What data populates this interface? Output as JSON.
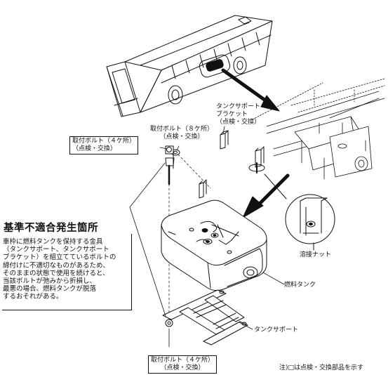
{
  "labels": {
    "bolt_8": {
      "line1": "取付ボルト（８ケ所）",
      "line2": "（点検・交換）"
    },
    "bolt_4_top": {
      "line1": "取付ボルト（４ケ所）",
      "line2": "（点検・交換）"
    },
    "bracket": {
      "line1": "タンクサポート",
      "line2": "ブラケット",
      "line3": "（点検・交換）"
    },
    "bolt_4_bottom": {
      "line1": "取付ボルト（４ケ所）",
      "line2": "（点検・交換）"
    },
    "weld_nut": "溶接ナット",
    "fuel_tank": "燃料タンク",
    "tank_support": "タンクサポート",
    "footnote": "注)□は点検・交換部品を示す"
  },
  "notice": {
    "title": "基準不適合発生箇所",
    "body": "車枠に燃料タンクを保持する金具\n（タンクサポート、タンクサポート\nブラケット）を組立てているボルトの\n締付けに不適切なものがあるため、\nそのままの状態で使用を続けると、\n当該ボルトが弛みから折損し、\n最悪の場合、燃料タンクが脱落\nするおそれがある。"
  },
  "colors": {
    "ink": "#111111",
    "paper": "#ffffff"
  }
}
